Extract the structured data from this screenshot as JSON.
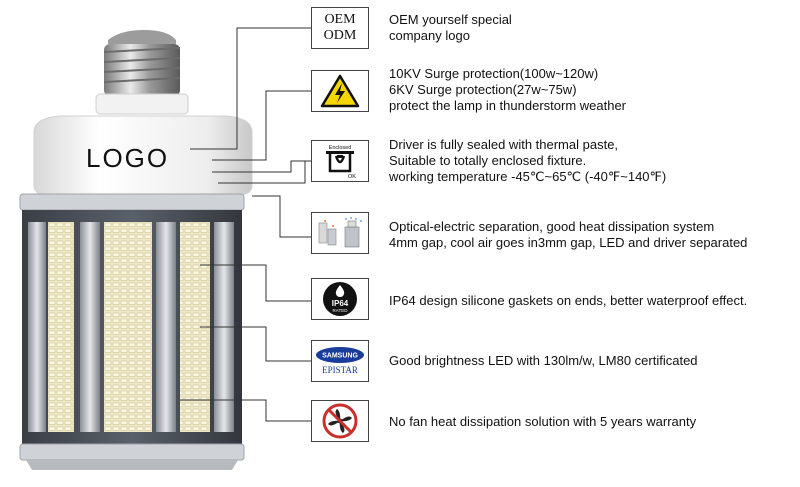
{
  "lamp": {
    "logo_text": "LOGO"
  },
  "features": [
    {
      "id": "oem",
      "icon": "oem-odm-badge",
      "icon_lines": [
        "OEM",
        "ODM"
      ],
      "lines": [
        "OEM yourself special",
        "company logo"
      ]
    },
    {
      "id": "surge",
      "icon": "warning-lightning-icon",
      "lines": [
        "10KV Surge protection(100w~120w)",
        "6KV Surge protection(27w~75w)",
        "protect the lamp in thunderstorm weather"
      ]
    },
    {
      "id": "driver",
      "icon": "enclosed-fixture-icon",
      "icon_top": "Enclosed",
      "icon_bottom": "OK",
      "lines": [
        "Driver is fully sealed with thermal paste,",
        "Suitable to totally enclosed fixture.",
        "working temperature -45℃~65℃ (-40℉~140℉)"
      ]
    },
    {
      "id": "separation",
      "icon": "lamp-separation-icon",
      "lines": [
        "Optical-electric separation, good heat dissipation system",
        "4mm gap, cool air goes in3mm gap, LED and driver separated"
      ]
    },
    {
      "id": "ip64",
      "icon": "ip64-rated-icon",
      "icon_top": "IP64",
      "icon_bottom": "RATED",
      "lines": [
        "IP64 design silicone gaskets on ends, better waterproof effect."
      ]
    },
    {
      "id": "led",
      "icon": "samsung-epistar-logo",
      "icon_top": "SAMSUNG",
      "icon_bottom": "EPISTAR",
      "lines": [
        "Good brightness LED with 130lm/w, LM80 certificated"
      ]
    },
    {
      "id": "nofan",
      "icon": "no-fan-icon",
      "lines": [
        "No fan heat dissipation solution with 5 years warranty"
      ]
    }
  ]
}
